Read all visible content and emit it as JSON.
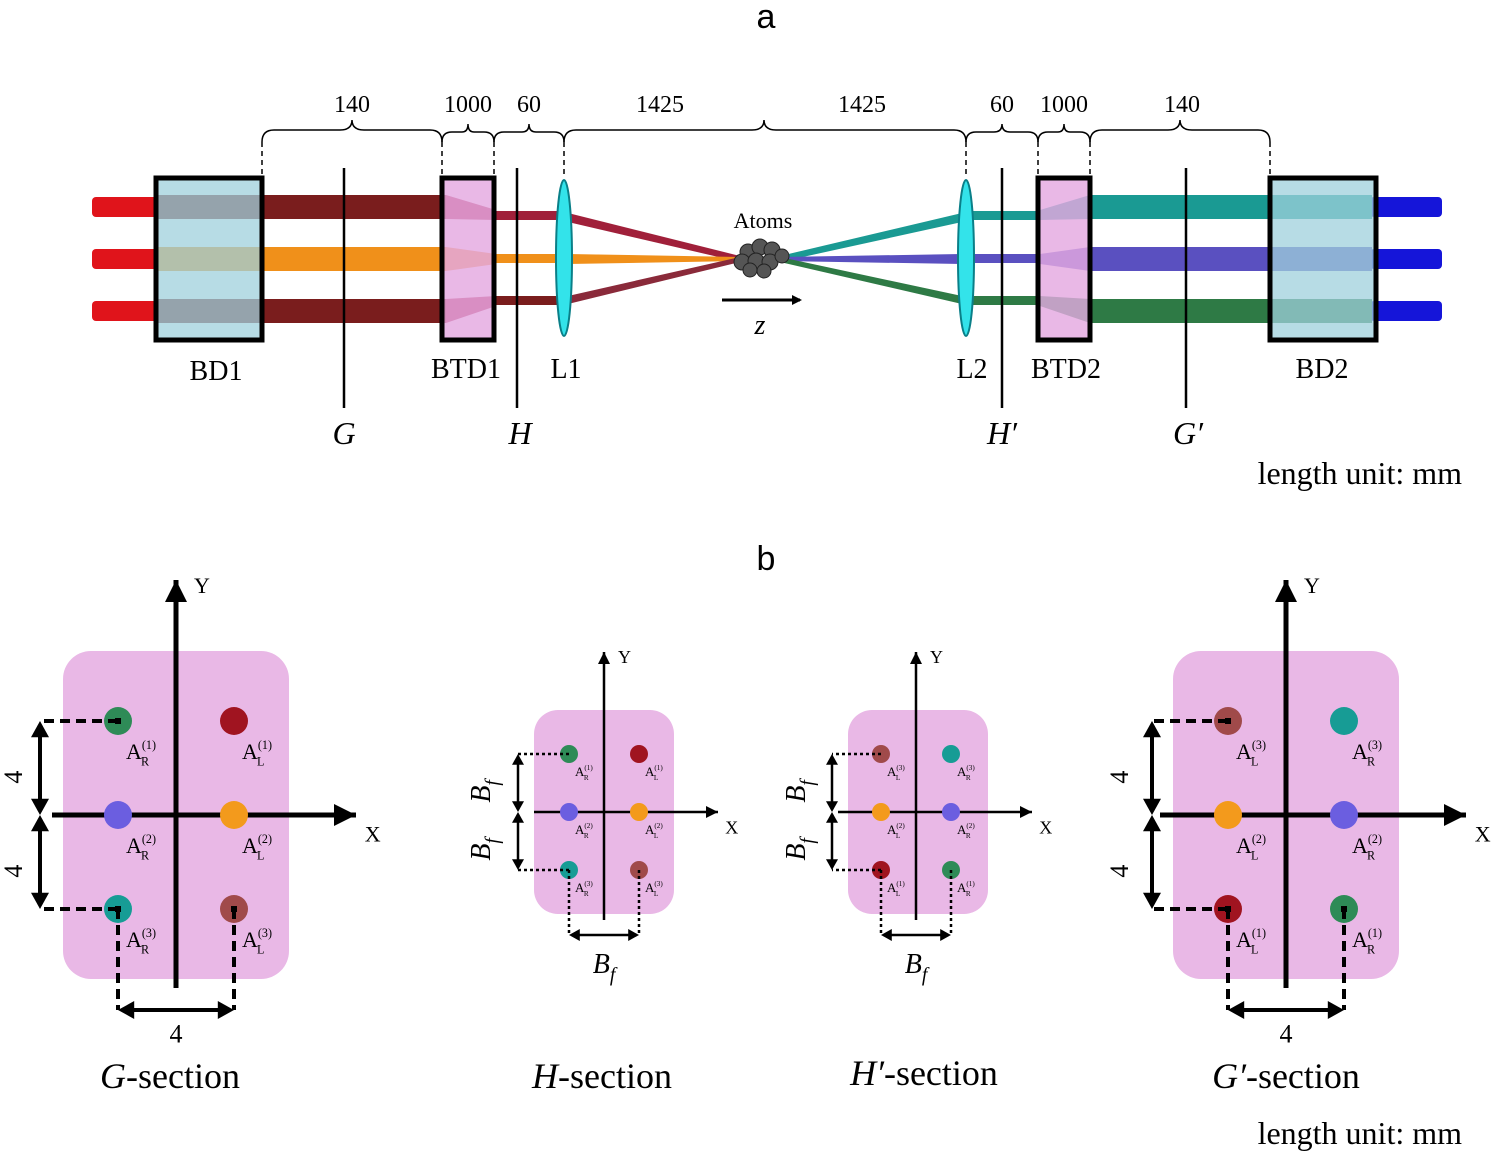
{
  "panel_a": {
    "label": "a",
    "dimensions": [
      "140",
      "1000",
      "60",
      "1425",
      "1425",
      "60",
      "1000",
      "140"
    ],
    "components": {
      "bd1": "BD1",
      "btd1": "BTD1",
      "l1": "L1",
      "l2": "L2",
      "btd2": "BTD2",
      "bd2": "BD2"
    },
    "planes": {
      "g": "G",
      "h": "H",
      "h_prime": "H′",
      "g_prime": "G′"
    },
    "atoms": "Atoms",
    "axis": "z",
    "unit_note": "length unit: mm",
    "colors": {
      "input": "#e0141b",
      "output": "#1515d9",
      "beam_top_left": "#7a1d1d",
      "beam_mid_left": "#f0901a",
      "beam_top_right": "#1a9a93",
      "beam_mid_right": "#5a50c0",
      "beam_bot_right": "#2e7a45",
      "bd_box": "#9fd0dc",
      "btd_box": "#e3a6e0",
      "lens": "#33e3ea"
    }
  },
  "panel_b": {
    "label": "b",
    "unit_note": "length unit: mm",
    "axis_x": "X",
    "axis_y": "Y",
    "sections": {
      "g": {
        "title_italic": "G",
        "title_rest": "-section",
        "dim_top": "4",
        "dim_bottom": "4",
        "dim_horizontal": "4",
        "dots": [
          {
            "label": "A",
            "sub": "R",
            "sup": "(1)",
            "color": "#2e8b57"
          },
          {
            "label": "A",
            "sub": "L",
            "sup": "(1)",
            "color": "#a01420"
          },
          {
            "label": "A",
            "sub": "R",
            "sup": "(2)",
            "color": "#6b5ee0"
          },
          {
            "label": "A",
            "sub": "L",
            "sup": "(2)",
            "color": "#f39a1c"
          },
          {
            "label": "A",
            "sub": "R",
            "sup": "(3)",
            "color": "#179c95"
          },
          {
            "label": "A",
            "sub": "L",
            "sup": "(3)",
            "color": "#a04a4a"
          }
        ]
      },
      "h": {
        "title_italic": "H",
        "title_rest": "-section",
        "dim_label": "B",
        "dim_sub": "f",
        "dots": [
          {
            "label": "A",
            "sub": "R",
            "sup": "(1)",
            "color": "#2e8b57"
          },
          {
            "label": "A",
            "sub": "L",
            "sup": "(1)",
            "color": "#a01420"
          },
          {
            "label": "A",
            "sub": "R",
            "sup": "(2)",
            "color": "#6b5ee0"
          },
          {
            "label": "A",
            "sub": "L",
            "sup": "(2)",
            "color": "#f39a1c"
          },
          {
            "label": "A",
            "sub": "R",
            "sup": "(3)",
            "color": "#179c95"
          },
          {
            "label": "A",
            "sub": "L",
            "sup": "(3)",
            "color": "#a04a4a"
          }
        ]
      },
      "h_prime": {
        "title_italic": "H′",
        "title_rest": "-section",
        "dim_label": "B",
        "dim_sub": "f",
        "dots": [
          {
            "label": "A",
            "sub": "L",
            "sup": "(3)",
            "color": "#a04a4a"
          },
          {
            "label": "A",
            "sub": "R",
            "sup": "(3)",
            "color": "#179c95"
          },
          {
            "label": "A",
            "sub": "L",
            "sup": "(2)",
            "color": "#f39a1c"
          },
          {
            "label": "A",
            "sub": "R",
            "sup": "(2)",
            "color": "#6b5ee0"
          },
          {
            "label": "A",
            "sub": "L",
            "sup": "(1)",
            "color": "#a01420"
          },
          {
            "label": "A",
            "sub": "R",
            "sup": "(1)",
            "color": "#2e8b57"
          }
        ]
      },
      "g_prime": {
        "title_italic": "G′",
        "title_rest": "-section",
        "dim_top": "4",
        "dim_bottom": "4",
        "dim_horizontal": "4",
        "dots": [
          {
            "label": "A",
            "sub": "L",
            "sup": "(3)",
            "color": "#a04a4a"
          },
          {
            "label": "A",
            "sub": "R",
            "sup": "(3)",
            "color": "#179c95"
          },
          {
            "label": "A",
            "sub": "L",
            "sup": "(2)",
            "color": "#f39a1c"
          },
          {
            "label": "A",
            "sub": "R",
            "sup": "(2)",
            "color": "#6b5ee0"
          },
          {
            "label": "A",
            "sub": "L",
            "sup": "(1)",
            "color": "#a01420"
          },
          {
            "label": "A",
            "sub": "R",
            "sup": "(1)",
            "color": "#2e8b57"
          }
        ]
      }
    }
  }
}
